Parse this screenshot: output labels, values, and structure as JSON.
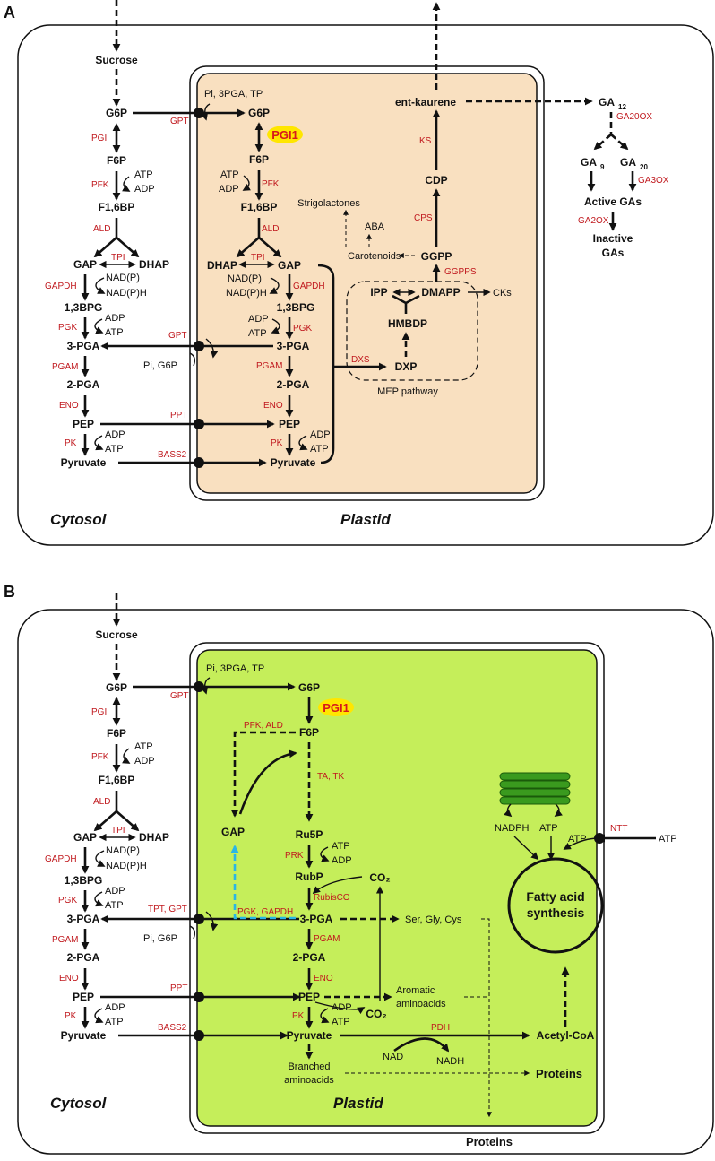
{
  "panel_a": {
    "letter": "A",
    "compartments": {
      "cytosol": "Cytosol",
      "plastid": "Plastid"
    },
    "cytosol": {
      "sucrose": "Sucrose",
      "g6p": "G6P",
      "pgi": "PGI",
      "f6p": "F6P",
      "atp": "ATP",
      "adp": "ADP",
      "pfk": "PFK",
      "f16bp": "F1,6BP",
      "ald": "ALD",
      "gap": "GAP",
      "tpi": "TPI",
      "dhap": "DHAP",
      "gapdh": "GAPDH",
      "nadp": "NAD(P)",
      "nadph": "NAD(P)H",
      "bpg": "1,3BPG",
      "pgk": "PGK",
      "adp2": "ADP",
      "atp2": "ATP",
      "pga": "3-PGA",
      "pgam": "PGAM",
      "pga2": "2-PGA",
      "eno": "ENO",
      "pep": "PEP",
      "pk": "PK",
      "adp3": "ADP",
      "atp3": "ATP",
      "pyruvate": "Pyruvate"
    },
    "transporters": {
      "gpt_top": "GPT",
      "gpt_top_sub": "Pi, 3PGA, TP",
      "gpt_mid": "GPT",
      "gpt_mid_sub": "Pi, G6P",
      "ppt": "PPT",
      "bass2": "BASS2"
    },
    "plastid": {
      "g6p": "G6P",
      "pgi1": "PGI1",
      "f6p": "F6P",
      "atp": "ATP",
      "adp": "ADP",
      "pfk": "PFK",
      "f16bp": "F1,6BP",
      "ald": "ALD",
      "dhap": "DHAP",
      "tpi": "TPI",
      "gap": "GAP",
      "nadp": "NAD(P)",
      "nadph": "NAD(P)H",
      "gapdh": "GAPDH",
      "bpg": "1,3BPG",
      "adp2": "ADP",
      "atp2": "ATP",
      "pgk": "PGK",
      "pga": "3-PGA",
      "pgam": "PGAM",
      "pga2": "2-PGA",
      "eno": "ENO",
      "pep": "PEP",
      "pk": "PK",
      "adp3": "ADP",
      "atp3": "ATP",
      "pyruvate": "Pyruvate"
    },
    "mep": {
      "dxs": "DXS",
      "dxp": "DXP",
      "hmbdp": "HMBDP",
      "ipp": "IPP",
      "dmapp": "DMAPP",
      "cks": "CKs",
      "label": "MEP pathway",
      "ggpps": "GGPPS",
      "ggpp": "GGPP",
      "cps": "CPS",
      "cdp": "CDP",
      "ks": "KS",
      "entkaurene": "ent-kaurene",
      "carotenoids": "Carotenoids",
      "strigolactones": "Strigolactones",
      "aba": "ABA"
    },
    "ga": {
      "ga12": "GA",
      "ga12_sub": "12",
      "ga20ox": "GA20OX",
      "ga9": "GA",
      "ga9_sub": "9",
      "ga20": "GA",
      "ga20_sub": "20",
      "ga3ox": "GA3OX",
      "active": "Active GAs",
      "ga2ox": "GA2OX",
      "inactive1": "Inactive",
      "inactive2": "GAs"
    }
  },
  "panel_b": {
    "letter": "B",
    "compartments": {
      "cytosol": "Cytosol",
      "plastid": "Plastid"
    },
    "cytosol": {
      "sucrose": "Sucrose",
      "g6p": "G6P",
      "pgi": "PGI",
      "f6p": "F6P",
      "atp": "ATP",
      "adp": "ADP",
      "pfk": "PFK",
      "f16bp": "F1,6BP",
      "ald": "ALD",
      "gap": "GAP",
      "tpi": "TPI",
      "dhap": "DHAP",
      "gapdh": "GAPDH",
      "nadp": "NAD(P)",
      "nadph": "NAD(P)H",
      "bpg": "1,3BPG",
      "pgk": "PGK",
      "adp2": "ADP",
      "atp2": "ATP",
      "pga": "3-PGA",
      "pgam": "PGAM",
      "pga2": "2-PGA",
      "eno": "ENO",
      "pep": "PEP",
      "pk": "PK",
      "adp3": "ADP",
      "atp3": "ATP",
      "pyruvate": "Pyruvate"
    },
    "transporters": {
      "gpt_top": "GPT",
      "gpt_top_sub": "Pi, 3PGA, TP",
      "tpt_gpt": "TPT, GPT",
      "gpt_mid_sub": "Pi, G6P",
      "ppt": "PPT",
      "bass2": "BASS2",
      "ntt": "NTT",
      "ntt_atp_out": "ATP",
      "ntt_atp_in": "ATP"
    },
    "plastid": {
      "g6p": "G6P",
      "pgi1": "PGI1",
      "pfk_ald": "PFK, ALD",
      "f6p": "F6P",
      "ta_tk": "TA, TK",
      "gap": "GAP",
      "ru5p": "Ru5P",
      "atp": "ATP",
      "adp": "ADP",
      "prk": "PRK",
      "rubp": "RubP",
      "co2": "CO₂",
      "rubisco": "RubisCO",
      "pgk_gapdh": "PGK, GAPDH",
      "pga": "3-PGA",
      "ser": "Ser, Gly, Cys",
      "pgam": "PGAM",
      "pga2": "2-PGA",
      "eno": "ENO",
      "pep": "PEP",
      "aromatic1": "Aromatic",
      "aromatic2": "aminoacids",
      "pk": "PK",
      "adp2": "ADP",
      "atp2": "ATP",
      "co2b": "CO₂",
      "pyruvate": "Pyruvate",
      "pdh": "PDH",
      "nad": "NAD",
      "nadh": "NADH",
      "acetylcoa": "Acetyl-CoA",
      "branched1": "Branched",
      "branched2": "aminoacids",
      "proteins_in": "Proteins",
      "nadph": "NADPH",
      "atp_thyl": "ATP",
      "fas1": "Fatty acid",
      "fas2": "synthesis"
    },
    "proteins_out": "Proteins"
  },
  "colors": {
    "enzyme": "#c0191e",
    "plastid_a": "#f9e0c0",
    "plastid_b": "#c5ee5a",
    "highlight": "#ffe600",
    "pgi1_text": "#d7191c",
    "cyan_path": "#29b6e6",
    "thylakoid": "#3a9a1e"
  }
}
